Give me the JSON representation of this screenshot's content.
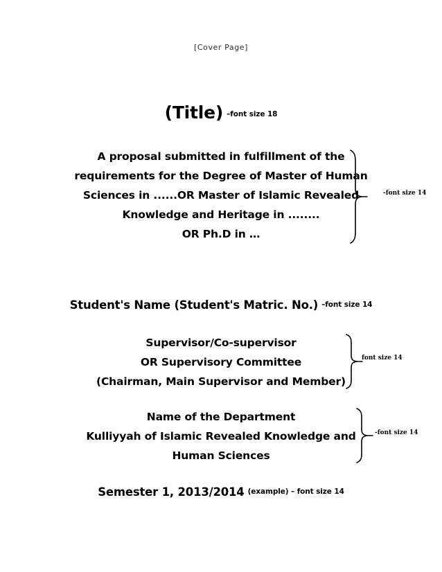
{
  "document": {
    "page_marker": "[Cover Page]",
    "title": {
      "text": "(Title)",
      "annotation": "–font size 18"
    },
    "proposal_block": {
      "lines": [
        "A proposal submitted in fulfillment of the",
        "requirements for the Degree of Master of Human",
        "Sciences in ......OR Master of Islamic Revealed",
        "Knowledge and Heritage in ........",
        "OR Ph.D in …"
      ],
      "annotation": "-font size 14"
    },
    "student": {
      "text": "Student's Name (Student's Matric. No.)",
      "annotation": "–font size 14"
    },
    "supervisor_block": {
      "lines": [
        "Supervisor/Co-supervisor",
        "OR Supervisory Committee",
        "(Chairman, Main Supervisor and Member)"
      ],
      "annotation": "font size 14"
    },
    "department_block": {
      "lines": [
        "Name of the Department",
        "Kulliyyah of Islamic Revealed Knowledge and",
        "Human Sciences"
      ],
      "annotation": "-font size 14"
    },
    "semester": {
      "text": "Semester 1, 2013/2014",
      "annotation": "(example) – font size 14"
    }
  },
  "colors": {
    "page_background": "#ffffff",
    "text": "#000000"
  }
}
